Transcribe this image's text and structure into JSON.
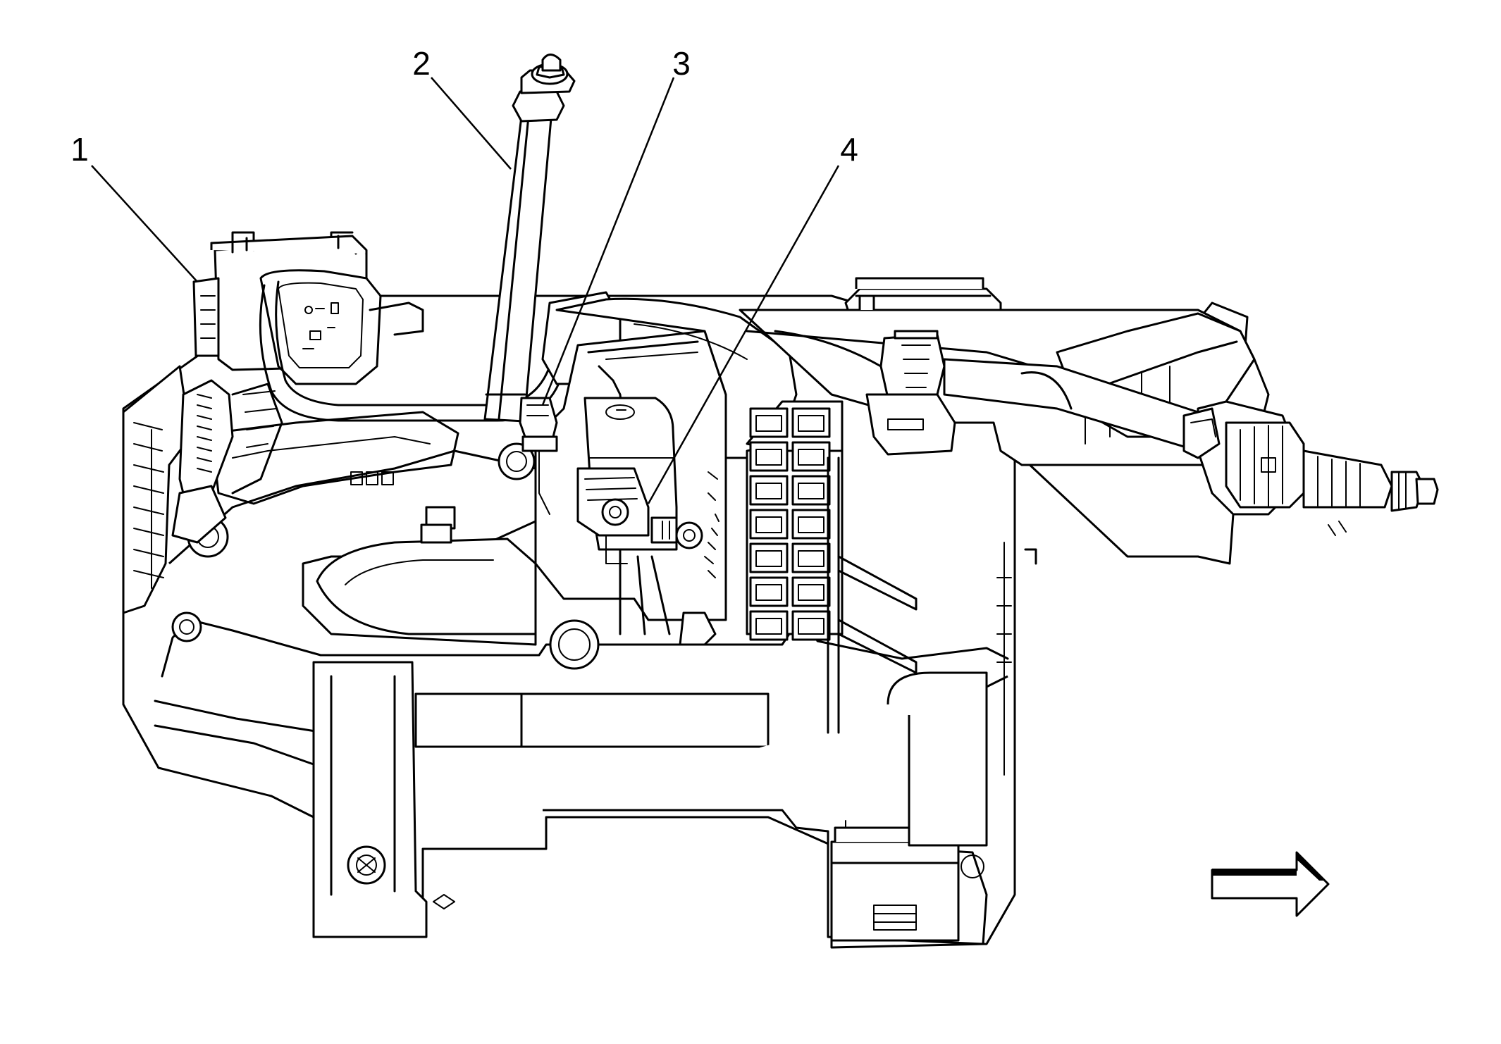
{
  "callouts": [
    {
      "id": "1",
      "label": "1"
    },
    {
      "id": "2",
      "label": "2"
    },
    {
      "id": "3",
      "label": "3"
    },
    {
      "id": "4",
      "label": "4"
    }
  ],
  "icons": {
    "direction": "direction-arrow-icon"
  },
  "colors": {
    "line": "#000000",
    "background": "#ffffff"
  }
}
